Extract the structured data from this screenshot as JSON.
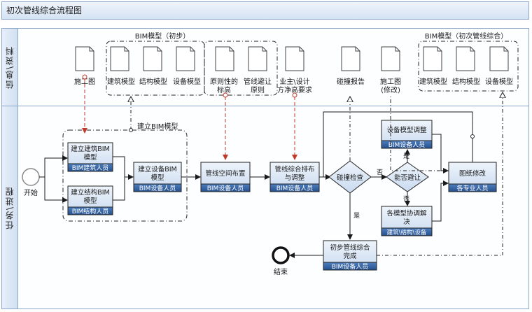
{
  "title": "初次管线综合流程图",
  "lanes": {
    "info": "信息\\资料",
    "process": "任务\\进程"
  },
  "groups": {
    "bim_initial": "BIM模型（初步）",
    "bim_final": "BIM模型（初次管线综合）",
    "build_bim": "建立BIM模型"
  },
  "documents": {
    "construction_drawing": "施工图",
    "arch_model": "建筑模型",
    "struct_model": "结构模型",
    "equip_model": "设备模型",
    "principle_1": "原则性的",
    "principle_2": "标高",
    "avoid_1": "管线避让",
    "avoid_2": "原则",
    "owner_1": "业主\\设计",
    "owner_2": "方净高要求",
    "collision_report": "碰撞报告",
    "revised_1": "施工图",
    "revised_2": "(修改)",
    "arch_model_2": "建筑模型",
    "struct_model_2": "结构模型",
    "equip_model_2": "设备模型"
  },
  "nodes": {
    "start": "开始",
    "end": "结束",
    "build_arch_1": "建立建筑BIM",
    "build_arch_2": "模型",
    "build_arch_role": "BIM建筑人员",
    "build_struct_1": "建立结构BIM",
    "build_struct_2": "模型",
    "build_struct_role": "BIM结构人员",
    "build_equip_1": "建立设备BIM",
    "build_equip_2": "模型",
    "build_equip_role": "BIM设备人员",
    "space_layout": "管线空间布置",
    "space_layout_role": "BIM设备人员",
    "arrange_1": "管线综合排布",
    "arrange_2": "与调整",
    "arrange_role": "BIM设备人员",
    "collision_check": "碰撞检查",
    "can_avoid": "能否避让",
    "equip_adjust": "设备模型调整",
    "equip_adjust_role": "BIM设备人员",
    "coord_1": "各模型协调解",
    "coord_2": "决",
    "coord_role": "建筑\\结构\\设备",
    "drawing_revise": "图纸修改",
    "drawing_revise_role": "各专业人员",
    "done_1": "初步管线综合",
    "done_2": "完成",
    "done_role": "BIM设备人员"
  },
  "edges": {
    "no_1": "否",
    "yes_1": "是",
    "yes_2": "是",
    "no_2": "否"
  },
  "colors": {
    "accent": "#4a77b4",
    "box_fill": "#d9e5f4",
    "role_fill": "#2e5e9e",
    "red_dash": "#c0392b",
    "lane_border": "#8aa6c8"
  }
}
